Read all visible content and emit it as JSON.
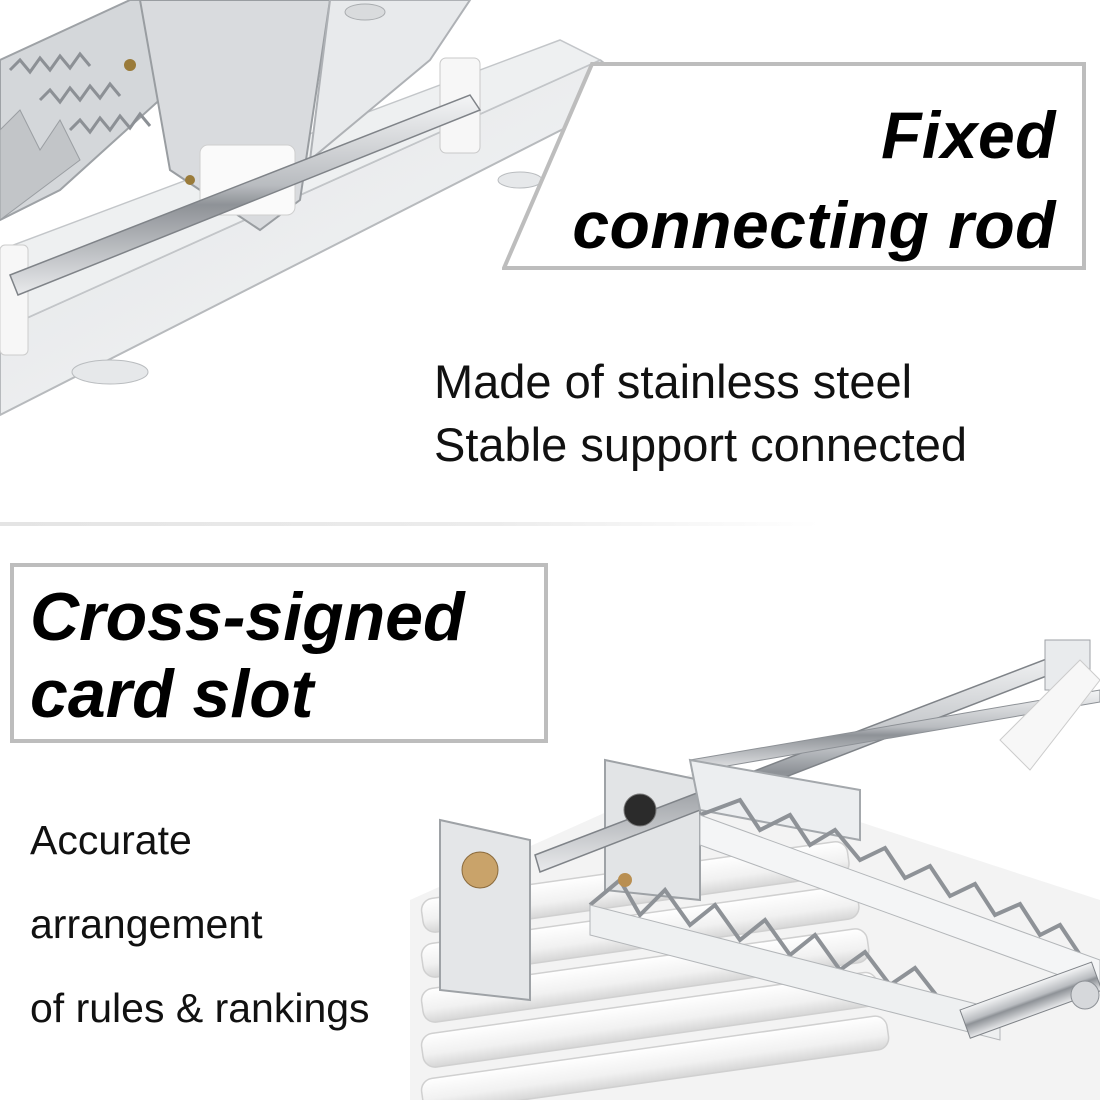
{
  "top_panel": {
    "title_lines": [
      "Fixed",
      "connecting rod"
    ],
    "feature_lines": [
      "Made of stainless steel",
      "Stable support connected"
    ]
  },
  "bottom_panel": {
    "title_lines": [
      "Cross-signed",
      "card slot"
    ],
    "feature_lines": [
      "Accurate",
      "arrangement",
      "of rules & rankings"
    ]
  },
  "colors": {
    "background": "#ffffff",
    "frame_border": "#bdbdbd",
    "title_text": "#000000",
    "body_text": "#111111",
    "steel": "#c9ccd0"
  }
}
